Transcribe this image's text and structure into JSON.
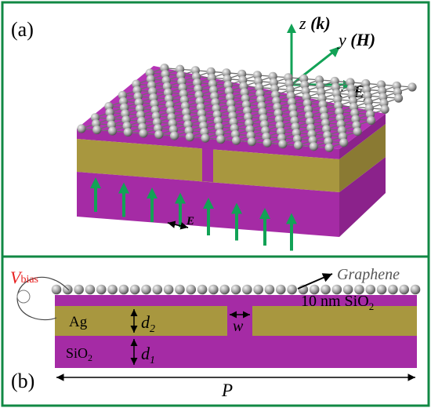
{
  "panel_a": {
    "label": "(a)",
    "axes": {
      "z": "z",
      "z_paren": "(k)",
      "y": "y",
      "y_paren": "(H)",
      "x": "x",
      "x_paren": "(E)"
    },
    "field_label": "E"
  },
  "panel_b": {
    "label": "(b)",
    "vbias_v": "V",
    "vbias_sub": "bias",
    "graphene_label": "Graphene",
    "spacer_label_main": "10 nm SiO",
    "spacer_label_sub": "2",
    "ag_label": "Ag",
    "sio2_label_main": "SiO",
    "sio2_label_sub": "2",
    "d2_main": "d",
    "d2_sub": "2",
    "d1_main": "d",
    "d1_sub": "1",
    "w_label": "w",
    "period_label": "P"
  },
  "colors": {
    "frame": "#118844",
    "silica": "#a52ba5",
    "silver": "#a8973f",
    "arrow": "#12a256",
    "vbias": "#e82020"
  }
}
